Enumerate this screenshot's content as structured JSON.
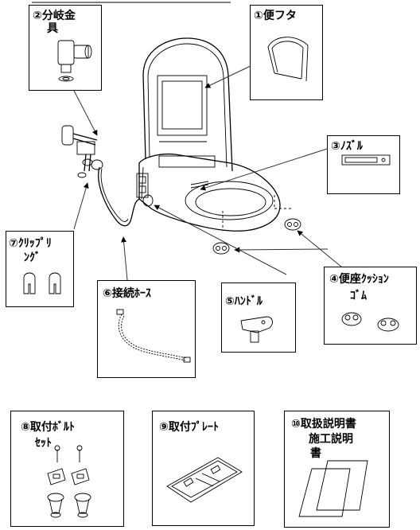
{
  "parts": {
    "p1": {
      "label": "①便フタ"
    },
    "p2": {
      "label": "②分岐金",
      "label2": "具"
    },
    "p3": {
      "label": "③ﾉｽﾞﾙ"
    },
    "p4": {
      "label": "④便座ｸｯｼｮﾝ",
      "label2": "ｺﾞﾑ"
    },
    "p5": {
      "label": "⑤ﾊﾝﾄﾞﾙ"
    },
    "p6": {
      "label": "⑥接続ﾎｰｽ"
    },
    "p7": {
      "label": "⑦ｸﾘｯﾌﾟﾘ",
      "label2": "ﾝｸﾞ"
    },
    "p8": {
      "label": "⑧取付ﾎﾞﾙﾄ",
      "label2": "ｾｯﾄ"
    },
    "p9": {
      "label": "⑨取付ﾌﾟﾚｰﾄ"
    },
    "p10": {
      "label": "⑩取扱説明書",
      "label2": "施工説明",
      "label3": "書"
    }
  }
}
